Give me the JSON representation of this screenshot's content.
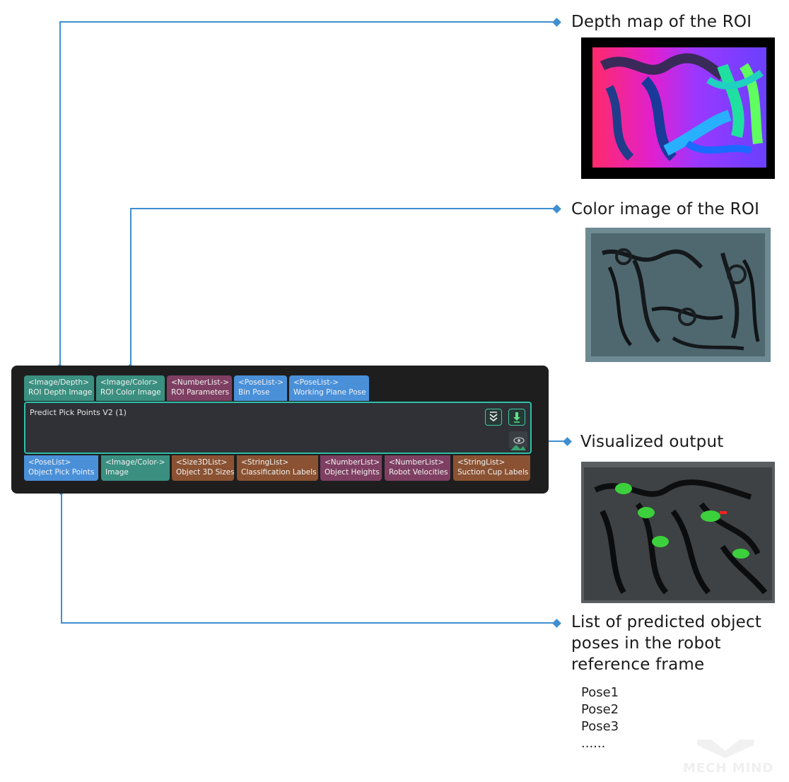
{
  "callouts": {
    "depth": "Depth map of the ROI",
    "color": "Color image of the ROI",
    "visualized": "Visualized output",
    "list_line1": "List of predicted object",
    "list_line2": "poses in the robot",
    "list_line3": "reference frame"
  },
  "poses": [
    "Pose1",
    "Pose2",
    "Pose3",
    "......"
  ],
  "node": {
    "title": "Predict Pick Points V2 (1)",
    "inputs": [
      {
        "type": "<Image/Depth>",
        "label": "ROI Depth Image",
        "color": "teal"
      },
      {
        "type": "<Image/Color>",
        "label": "ROI Color Image",
        "color": "teal"
      },
      {
        "type": "<NumberList->",
        "label": "ROI Parameters",
        "color": "purple"
      },
      {
        "type": "<PoseList->",
        "label": "Bin Pose",
        "color": "blue"
      },
      {
        "type": "<PoseList->",
        "label": "Working Plane Pose",
        "color": "blue"
      }
    ],
    "outputs": [
      {
        "type": "<PoseList>",
        "label": "Object Pick Points",
        "color": "blue"
      },
      {
        "type": "<Image/Color->",
        "label": "Image",
        "color": "teal"
      },
      {
        "type": "<Size3DList>",
        "label": "Object 3D Sizes",
        "color": "brown"
      },
      {
        "type": "<StringList>",
        "label": "Classification Labels",
        "color": "brown"
      },
      {
        "type": "<NumberList>",
        "label": "Object Heights",
        "color": "purple"
      },
      {
        "type": "<NumberList>",
        "label": "Robot Velocities",
        "color": "purple"
      },
      {
        "type": "<StringList>",
        "label": "Suction Cup Labels",
        "color": "brown"
      }
    ]
  },
  "colors": {
    "connector": "#3f8fd0",
    "teal": "#3a8f80",
    "purple": "#7e3f62",
    "blue": "#4a90d9",
    "brown": "#8a5232",
    "node_bg": "#1e1e1f",
    "body_border": "#2ebfa8"
  },
  "icons": [
    "collapse-icon",
    "download-icon",
    "eye-icon",
    "image-icon"
  ],
  "logo_text": "MECH MIND"
}
